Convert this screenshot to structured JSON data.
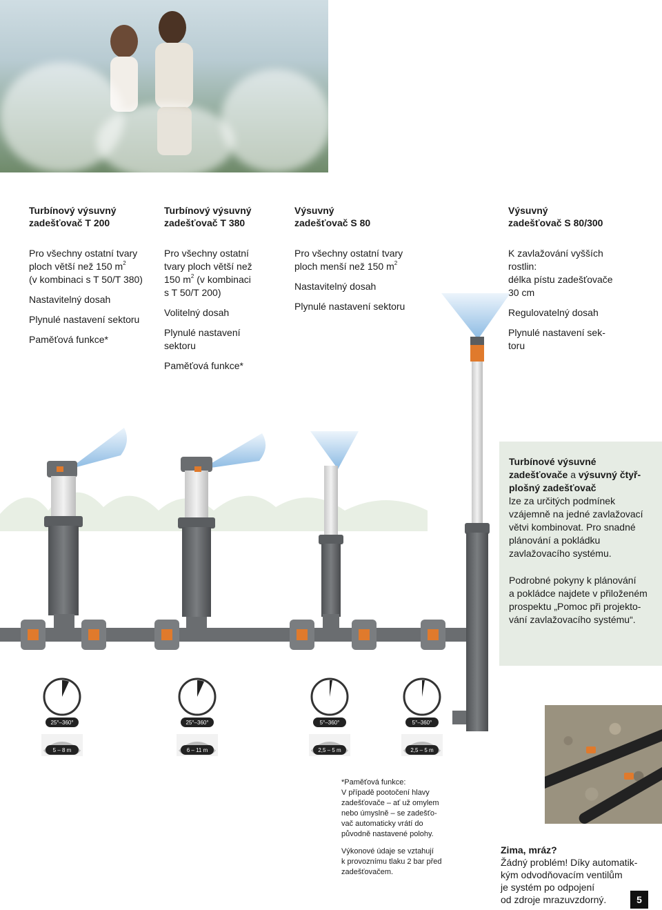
{
  "columns": [
    {
      "title_l1": "Turbínový výsuvný",
      "title_l2": "zadešťovač T 200",
      "lines": [
        "Pro všechny ostatní tvary",
        "ploch větší než 150 m",
        "(v kombinaci s T 50/T 380)"
      ],
      "sup": "2",
      "items": [
        "Nastavitelný dosah",
        "Plynulé nastavení sektoru",
        "Paměťová funkce*"
      ]
    },
    {
      "title_l1": "Turbínový výsuvný",
      "title_l2": "zadešťovač T 380",
      "lines": [
        "Pro všechny ostatní",
        "tvary ploch větší než",
        "150 m",
        " (v kombinaci",
        "s T 50/T 200)"
      ],
      "sup": "2",
      "items": [
        "Volitelný dosah",
        "Plynulé nastavení",
        "sektoru",
        "Paměťová funkce*"
      ]
    },
    {
      "title_l1": "Výsuvný",
      "title_l2": "zadešťovač S 80",
      "lines": [
        "Pro všechny ostatní tvary",
        "ploch menší než 150 m"
      ],
      "sup": "2",
      "items": [
        "Nastavitelný dosah",
        "Plynulé nastavení sektoru"
      ]
    },
    {
      "title_l1": "Výsuvný",
      "title_l2": "zadešťovač S 80/300",
      "lines": [
        "K zavlažování vyšších",
        "rostlin:",
        "délka pístu zadešťovače",
        "30 cm"
      ],
      "items": [
        "Regulovatelný dosah",
        "Plynulé nastavení sek-",
        "toru"
      ]
    }
  ],
  "note_box": {
    "bold_1": "Turbínové výsuvné",
    "bold_2": "zadešťovače",
    "normal_a": " a ",
    "bold_3": "výsuvný čtyř-",
    "bold_4": "plošný zadešťovač",
    "body": [
      "lze za určitých podmínek",
      "vzájemně na jedné zavlažovací",
      "větvi kombinovat. Pro snadné",
      "plánování a pokládku",
      "zavlažovacího systému."
    ],
    "body2": [
      "Podrobné pokyny k plánování",
      "a pokládce najdete v přiloženém",
      "prospektu „Pomoc při projekto-",
      "vání zavlažovacího systému“."
    ]
  },
  "dials": [
    {
      "angle": "25°–360°",
      "range": "5 – 8 m"
    },
    {
      "angle": "25°–360°",
      "range": "6 – 11 m"
    },
    {
      "angle": "5°–360°",
      "range": "2,5 – 5 m"
    },
    {
      "angle": "5°–360°",
      "range": "2,5 – 5 m"
    }
  ],
  "footnote": {
    "p1": [
      "*Paměťová funkce:",
      "V případě pootočení hlavy",
      "zadešťovače – ať už omylem",
      "nebo úmyslně – se zadešťo-",
      "vač automaticky vrátí do",
      "původně nastavené polohy."
    ],
    "p2": [
      "Výkonové údaje se vztahují",
      "k provoznímu tlaku 2 bar před",
      "zadešťovačem."
    ]
  },
  "winter": {
    "title": "Zima, mráz?",
    "lines": [
      "Žádný problém! Díky automatik-",
      "kým odvodňovacím ventilům",
      "je systém po odpojení",
      "od zdroje mrazuvzdorný."
    ]
  },
  "page_number": "5",
  "colors": {
    "accent_orange": "#e07a2c",
    "spray_blue": "#7fb3e0",
    "pipe_gray": "#6a6d70",
    "box_green": "#e6ece4"
  }
}
